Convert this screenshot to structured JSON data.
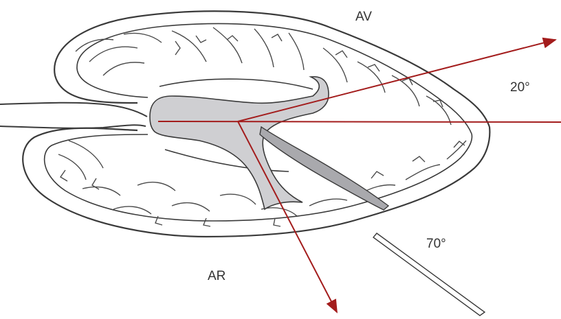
{
  "labels": {
    "av": "AV",
    "ar": "AR",
    "angle_20": "20°",
    "angle_70": "70°"
  },
  "colors": {
    "outline": "#3a3a3a",
    "vessels": "#4a4a4a",
    "collecting_system_fill": "#cfcfd2",
    "scope_fill": "#a9a9ad",
    "arrows": "#a31c1c"
  },
  "icons": {
    "arrowhead": "arrowhead"
  }
}
